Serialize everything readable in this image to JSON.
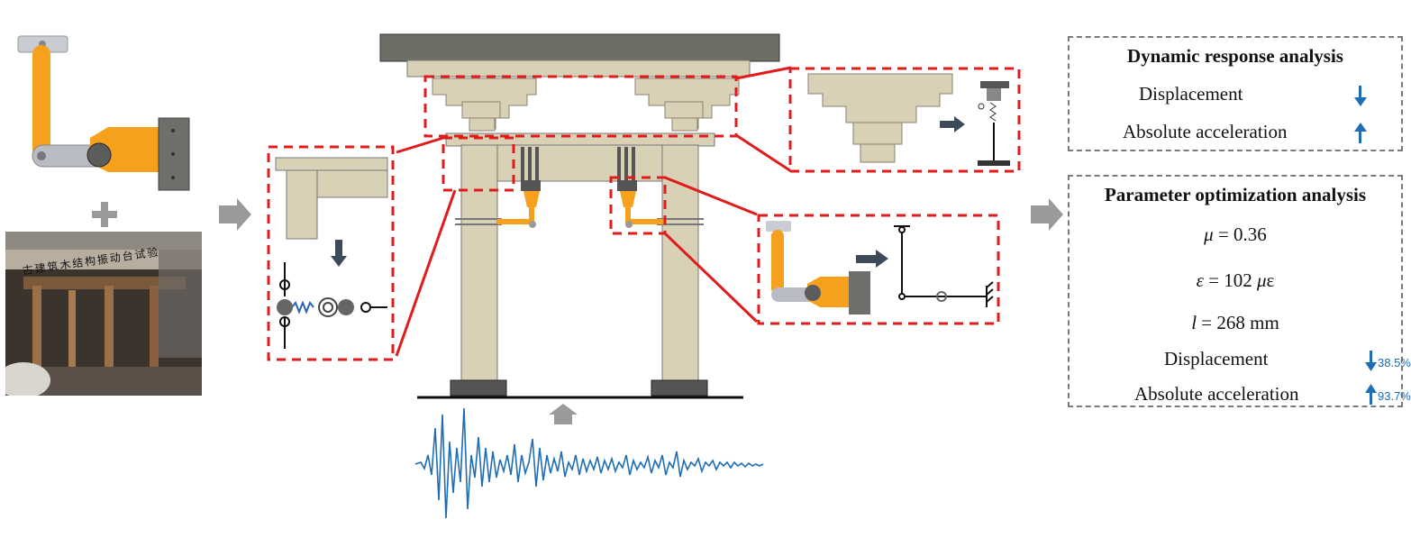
{
  "photo_caption": "古建筑木结构振动台试验",
  "dynamic_panel": {
    "title": "Dynamic response analysis",
    "rows": [
      {
        "label": "Displacement",
        "direction": "down",
        "icon": "arrow-down-icon"
      },
      {
        "label": "Absolute acceleration",
        "direction": "up",
        "icon": "arrow-up-icon"
      }
    ]
  },
  "optimization_panel": {
    "title": "Parameter optimization analysis",
    "params": [
      {
        "symbol": "μ",
        "rest": " = 0.36"
      },
      {
        "symbol": "ε",
        "rest": " = 102 ",
        "unit_italic": "μ",
        "unit_rest": "ε"
      },
      {
        "symbol": "l",
        "rest": " = 268 mm"
      }
    ],
    "results": [
      {
        "label": "Displacement",
        "direction": "down",
        "value": "38.5%",
        "icon": "arrow-down-icon"
      },
      {
        "label": "Absolute acceleration",
        "direction": "up",
        "value": "93.7%",
        "icon": "arrow-up-icon"
      }
    ]
  },
  "colors": {
    "damper_orange": "#f5a11e",
    "timber": "#d8d1b5",
    "dashed_red": "#e11b1b",
    "beam_dark": "#6e6e66",
    "accent_blue": "#1f6db3",
    "panel_border": "#7a7a7a",
    "flow_arrow": "#9a9a9a"
  }
}
